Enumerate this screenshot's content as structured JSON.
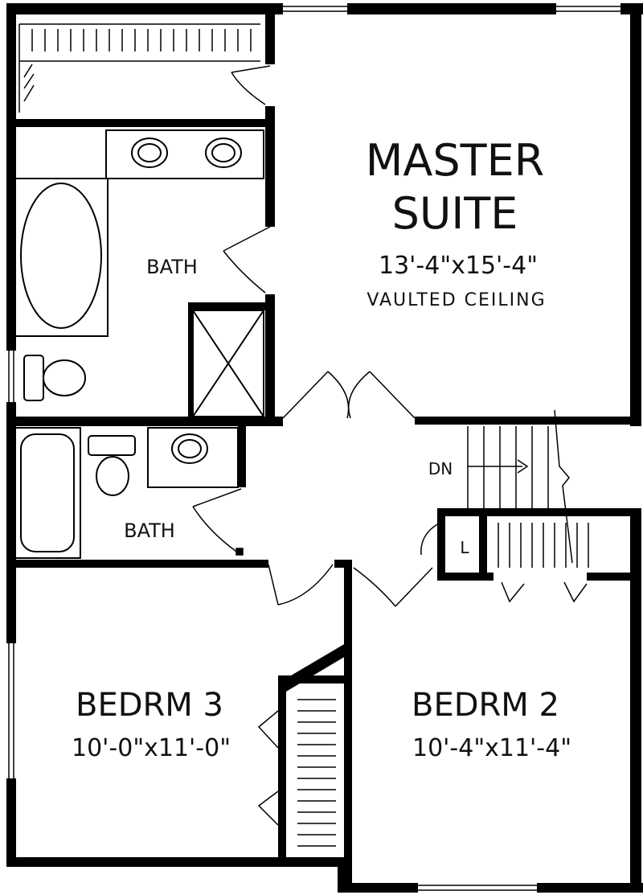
{
  "plan": {
    "rooms": [
      {
        "id": "master",
        "line1": "MASTER",
        "line2": "SUITE",
        "dims": "13'-4\"x15'-4\"",
        "note": "VAULTED CEILING"
      },
      {
        "id": "bed3",
        "name": "BEDRM 3",
        "dims": "10'-0\"x11'-0\""
      },
      {
        "id": "bed2",
        "name": "BEDRM 2",
        "dims": "10'-4\"x11'-4\""
      }
    ],
    "bath_upper": "BATH",
    "bath_lower": "BATH",
    "stairs_label": "DN",
    "linen_label": "L"
  }
}
